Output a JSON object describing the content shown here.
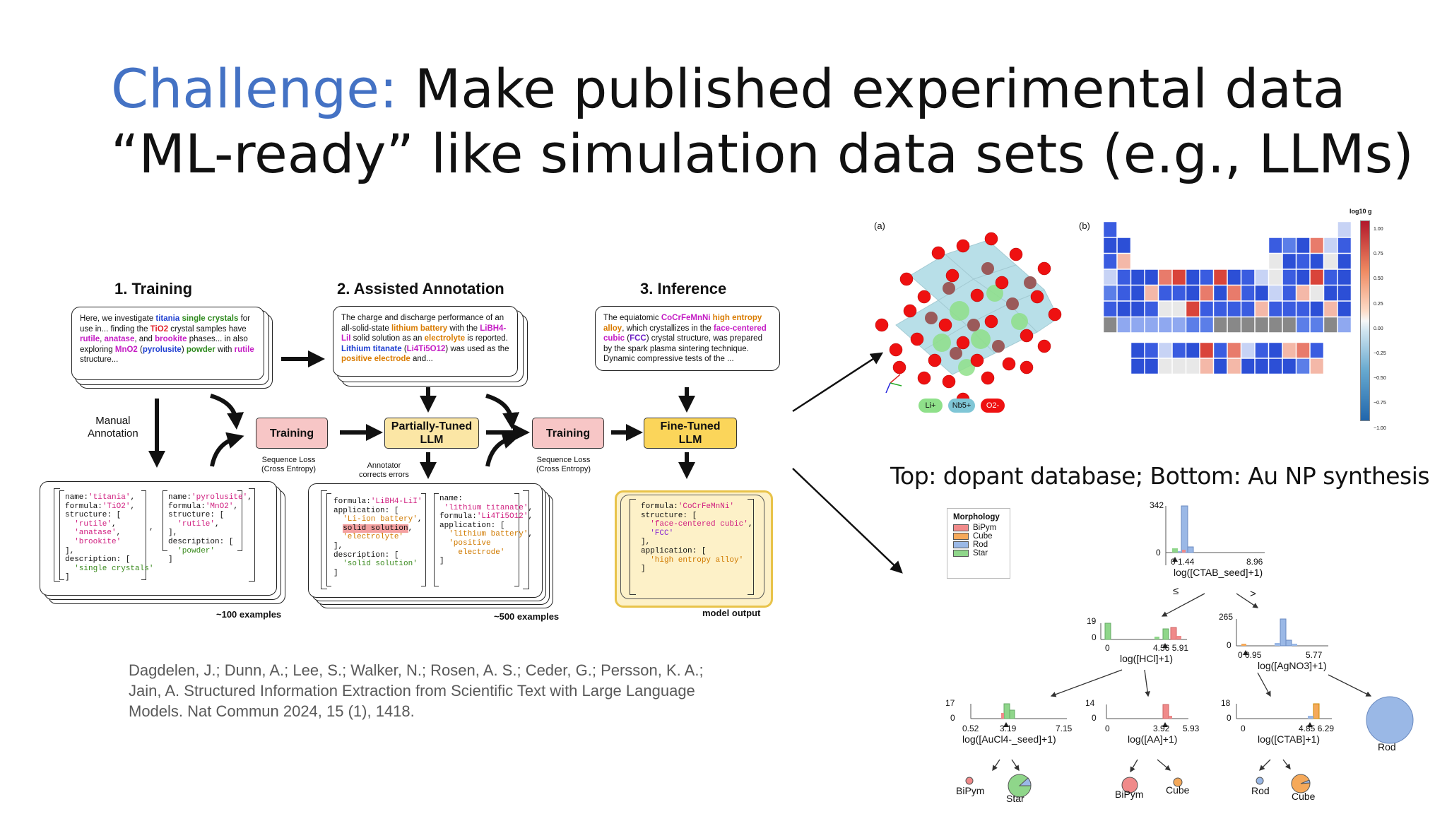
{
  "title": {
    "accent": "Challenge:",
    "line1": " Make published experimental data",
    "line2": "“ML-ready” like simulation data sets (e.g., LLMs)"
  },
  "sections": {
    "training": "1. Training",
    "annotation": "2. Assisted Annotation",
    "inference": "3. Inference"
  },
  "stages": {
    "manual": "Manual\nAnnotation",
    "training": "Training",
    "partial": "Partially-Tuned\nLLM",
    "finetuned": "Fine-Tuned\nLLM",
    "seqloss": "Sequence Loss\n(Cross Entropy)",
    "annotator": "Annotator\ncorrects errors"
  },
  "texts": {
    "t1": {
      "a": "Here, we investigate ",
      "b": "titania",
      "c": " ",
      "d": "single crystals",
      "e": " for use in... finding the ",
      "f": "TiO2",
      "g": " crystal samples have ",
      "h": "rutile",
      "i": ", ",
      "j": "anatase",
      "k": ", and ",
      "l": "brookite",
      "m": " phases... in also exploring ",
      "n": "MnO2",
      "o": " (",
      "p": "pyrolusite",
      "q": ") ",
      "r": "powder",
      "s": " with ",
      "t": "rutile",
      "u": " structure..."
    },
    "t2": {
      "a": "The charge and discharge performance of an all-solid-state ",
      "b": "lithium battery",
      "c": " with the ",
      "d": "LiBH4-LiI",
      "e": " solid solution as an ",
      "f": "electrolyte",
      "g": " is reported. ",
      "h": "Lithium titanate",
      "i": " (",
      "j": "Li4Ti5O12",
      "k": ") was used as the ",
      "l": "positive electrode",
      "m": " and..."
    },
    "t3": {
      "a": "The equiatomic ",
      "b": "CoCrFeMnNi",
      "c": " ",
      "d": "high entropy",
      "e": " ",
      "f": "alloy",
      "g": ", which crystallizes in the ",
      "h": "face-centered cubic",
      "i": " (",
      "j": "FCC",
      "k": ") crystal structure, was prepared by the spark plasma sintering technique. Dynamic compressive tests of the ..."
    }
  },
  "json_cards": {
    "a1": {
      "l1": "name:",
      "v1": "'titania'",
      ",": ",",
      "l2": "formula:",
      "v2": "'TiO2'",
      "l3": "structure: [",
      "v3a": "'rutile'",
      "v3b": "'anatase'",
      "v3c": "'brookite'",
      "l4": "],",
      "l5": "description: [",
      "v5": "'single crystals'",
      "l6": "]"
    },
    "a2": {
      "l1": "name:",
      "v1": "'pyrolusite'",
      "l2": "formula:",
      "v2": "'MnO2'",
      "l3": "structure: [",
      "v3a": "'rutile'",
      "l4": "],",
      "l5": "description: [",
      "v5": "'powder'",
      "l6": "]"
    },
    "b1": {
      "l1": "formula:",
      "v1": "'LiBH4-LiI'",
      "l2": "application: [",
      "v2a": "'Li-ion battery'",
      "v2b": "solid solution",
      "v2c": "'electrolyte'",
      "l3": "],",
      "l4": "description: [",
      "v4": "'solid solution'",
      "l5": "]"
    },
    "b2": {
      "l1": "name:",
      "v1": "'lithium titanate'",
      "l2": "formula:",
      "v2": "'Li4Ti5O12'",
      "l3": "application: [",
      "v3a": "'lithium battery'",
      "v3b": "'positive",
      "v3c": "electrode'",
      "l4": "]"
    },
    "c1": {
      "l1": "formula:",
      "v1": "'CoCrFeMnNi'",
      "l2": "structure: [",
      "v2a": "'face-centered cubic'",
      "v2b": "'FCC'",
      "l3": "],",
      "l4": "application: [",
      "v4": "'high entropy alloy'",
      "l5": "]"
    }
  },
  "footnotes": {
    "n100": "~100 examples",
    "n500": "~500 examples",
    "model": "model output"
  },
  "reference": "Dagdelen, J.; Dunn, A.; Lee, S.; Walker, N.; Rosen, A. S.; Ceder, G.; Persson, K. A.; Jain, A. Structured Information Extraction from Scientific Text with Large Language Models. Nat Commun 2024, 15 (1), 1418.",
  "right_caption": "Top: dopant database; Bottom: Au NP synthesis",
  "crystal": {
    "label": "(a)",
    "ions": [
      "Li+",
      "Nb5+",
      "O2-"
    ]
  },
  "ptable": {
    "label": "(b)",
    "cbar_title": "log10 g",
    "cbar_ticks": [
      "1.00",
      "0.75",
      "0.50",
      "0.25",
      "0.00",
      "−0.25",
      "−0.50",
      "−0.75",
      "−1.00"
    ]
  },
  "tree": {
    "legend_title": "Morphology",
    "classes": [
      {
        "name": "BiPym",
        "color": "#f08a8a"
      },
      {
        "name": "Cube",
        "color": "#f5a95a"
      },
      {
        "name": "Rod",
        "color": "#9ab8e6"
      },
      {
        "name": "Star",
        "color": "#8fd68a"
      }
    ],
    "n0": {
      "ymax": "342",
      "ymin": "0",
      "t1": "0 1.44",
      "t2": "8.96",
      "axis": "log([CTAB_seed]+1)",
      "le": "≤",
      "gt": ">"
    },
    "n1": {
      "ymax": "19",
      "ymin": "0",
      "t1": "0",
      "t2": "4.56 5.91",
      "axis": "log([HCl]+1)"
    },
    "n2": {
      "ymax": "265",
      "ymin": "0",
      "t1": "0 0.95",
      "t2": "5.77",
      "axis": "log([AgNO3]+1)"
    },
    "n3": {
      "ymax": "17",
      "ymin": "0",
      "t1": "0.52",
      "t2": "3.19",
      "t3": "7.15",
      "axis": "log([AuCl4-_seed]+1)"
    },
    "n4": {
      "ymax": "14",
      "ymin": "0",
      "t1": "0",
      "t2": "3.92",
      "t3": "5.93",
      "axis": "log([AA]+1)"
    },
    "n5": {
      "ymax": "18",
      "ymin": "0",
      "t1": "0",
      "t2": "4.85 6.29",
      "axis": "log([CTAB]+1)"
    },
    "leaves": [
      "BiPym",
      "Star",
      "BiPym",
      "Cube",
      "Rod",
      "Cube",
      "Rod"
    ]
  }
}
